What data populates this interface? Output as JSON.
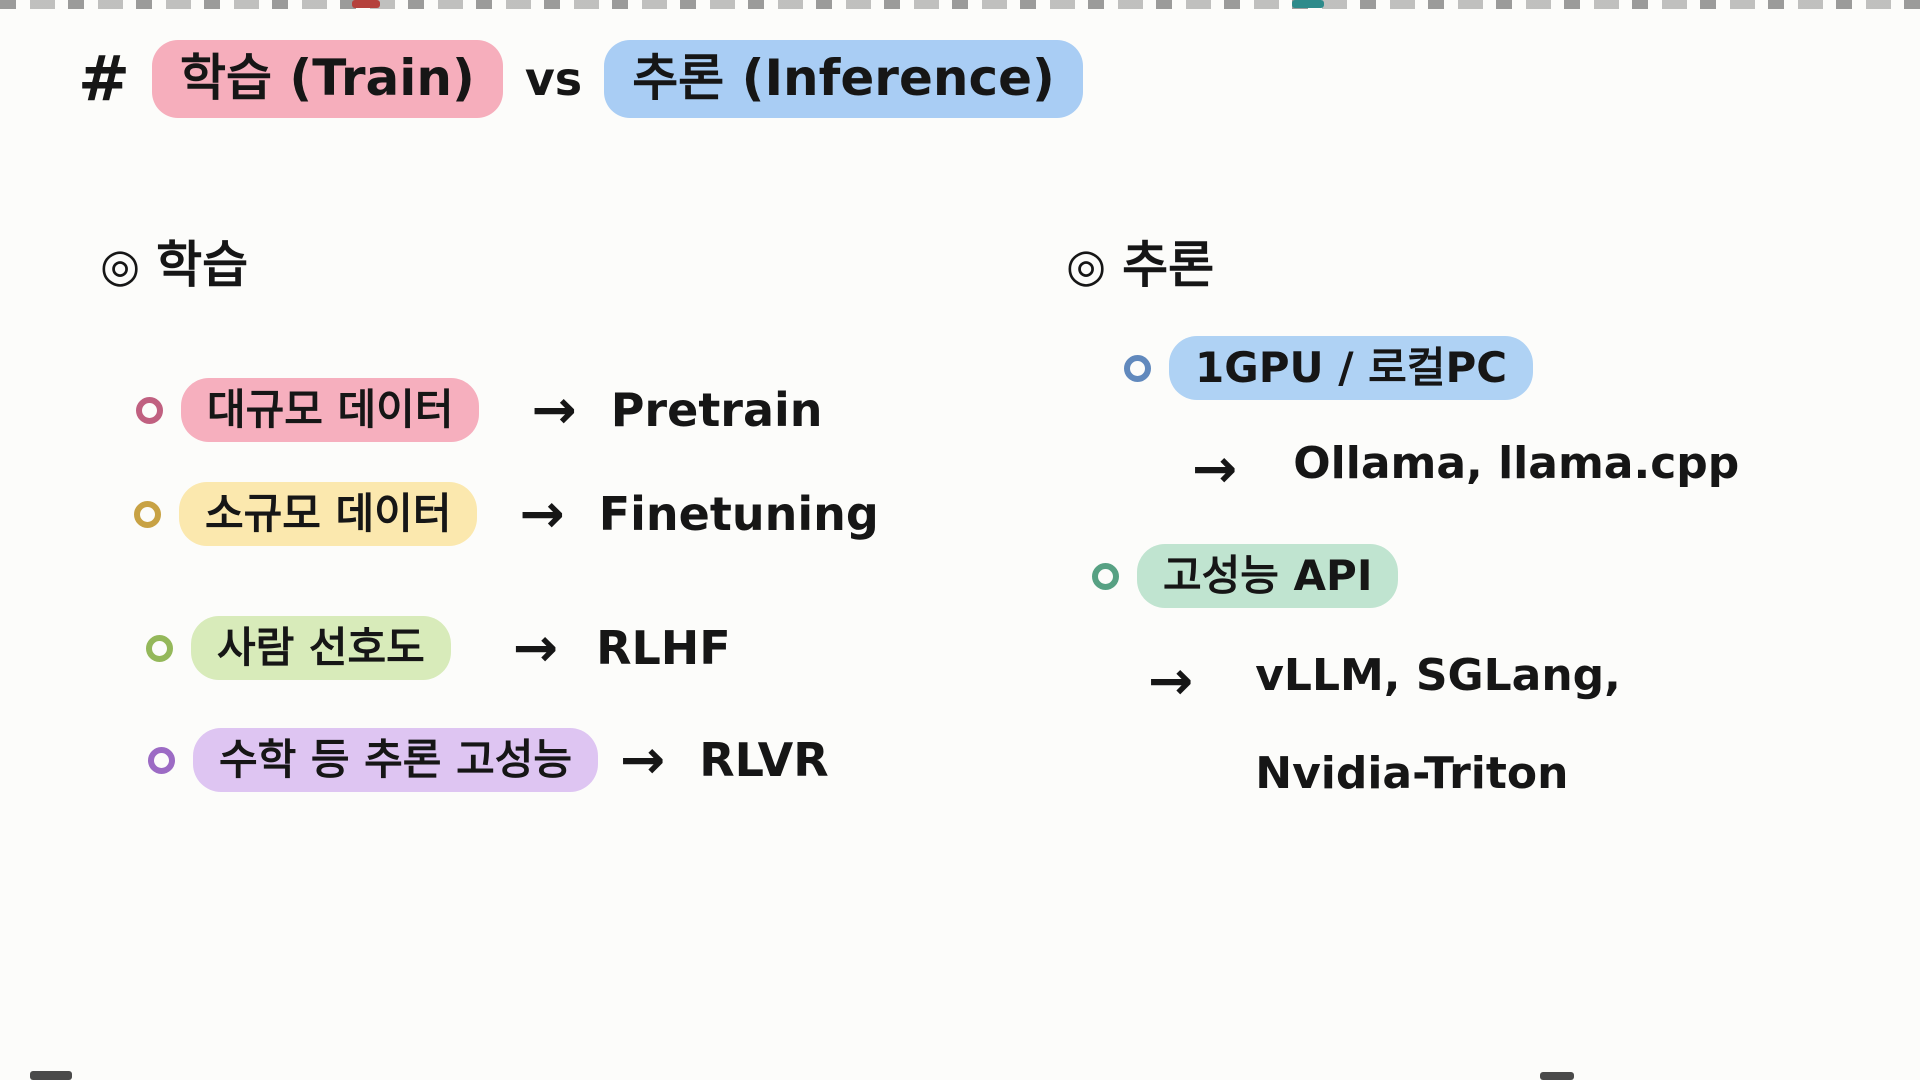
{
  "title": {
    "hash": "#",
    "train_label": "학습 (Train)",
    "vs": "vs",
    "inference_label": "추론 (Inference)"
  },
  "train_section": {
    "header_icon": "◎",
    "header": "학습",
    "items": [
      {
        "tag": "대규모 데이터",
        "arrow": "→",
        "result": "Pretrain",
        "highlight_color": "#f6afbe",
        "bullet_color": "#c06080"
      },
      {
        "tag": "소규모 데이터",
        "arrow": "→",
        "result": "Finetuning",
        "highlight_color": "#fbe8ae",
        "bullet_color": "#c8a244"
      },
      {
        "tag": "사람 선호도",
        "arrow": "→",
        "result": "RLHF",
        "highlight_color": "#d8ebba",
        "bullet_color": "#94b85a"
      },
      {
        "tag": "수학 등 추론 고성능",
        "arrow": "→",
        "result": "RLVR",
        "highlight_color": "#dec5f2",
        "bullet_color": "#9c6bc4"
      }
    ]
  },
  "inference_section": {
    "header_icon": "◎",
    "header": "추론",
    "items": [
      {
        "tag": "1GPU / 로컬PC",
        "arrow": "→",
        "result": "Ollama, llama.cpp",
        "highlight_color": "#afd2f4",
        "bullet_color": "#6189bd"
      },
      {
        "tag": "고성능 API",
        "arrow": "→",
        "result_lines": [
          "vLLM, SGLang,",
          "Nvidia-Triton"
        ],
        "highlight_color": "#c0e4d0",
        "bullet_color": "#57a183"
      }
    ]
  },
  "colors": {
    "title_train_highlight": "#f6aebc",
    "title_inference_highlight": "#a9cdf4",
    "ink": "#161616",
    "background": "#fcfcfa"
  }
}
